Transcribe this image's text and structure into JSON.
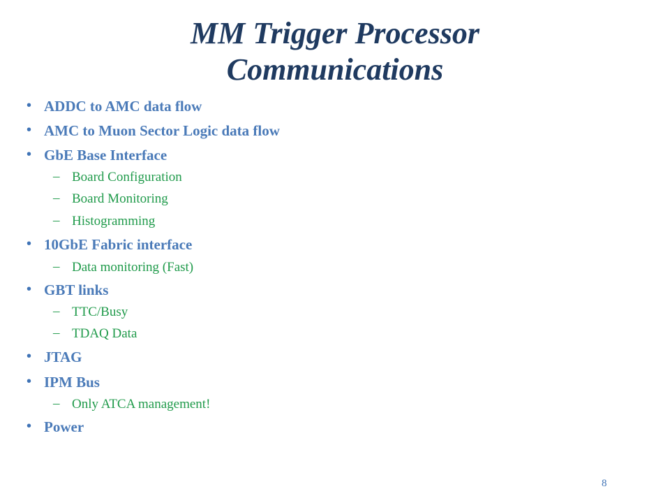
{
  "title": {
    "line1": "MM Trigger Processor",
    "line2": "Communications"
  },
  "bullet_symbol": "•",
  "dash_symbol": "–",
  "items": {
    "addc": "ADDC to AMC data flow",
    "amc": "AMC to Muon Sector Logic data flow",
    "gbe": "GbE Base Interface",
    "gbe_sub": [
      "Board Configuration",
      "Board Monitoring",
      "Histogramming"
    ],
    "tengbe": "10GbE Fabric interface",
    "tengbe_sub": [
      "Data monitoring (Fast)"
    ],
    "gbt": "GBT links",
    "gbt_sub": [
      "TTC/Busy",
      "TDAQ Data"
    ],
    "jtag": "JTAG",
    "ipm": "IPM Bus",
    "ipm_sub": [
      "Only ATCA management!"
    ],
    "power": "Power"
  },
  "page_number": "8",
  "colors": {
    "title": "#1f3a60",
    "bullet": "#4a7ab8",
    "sub": "#1f9a4a"
  }
}
